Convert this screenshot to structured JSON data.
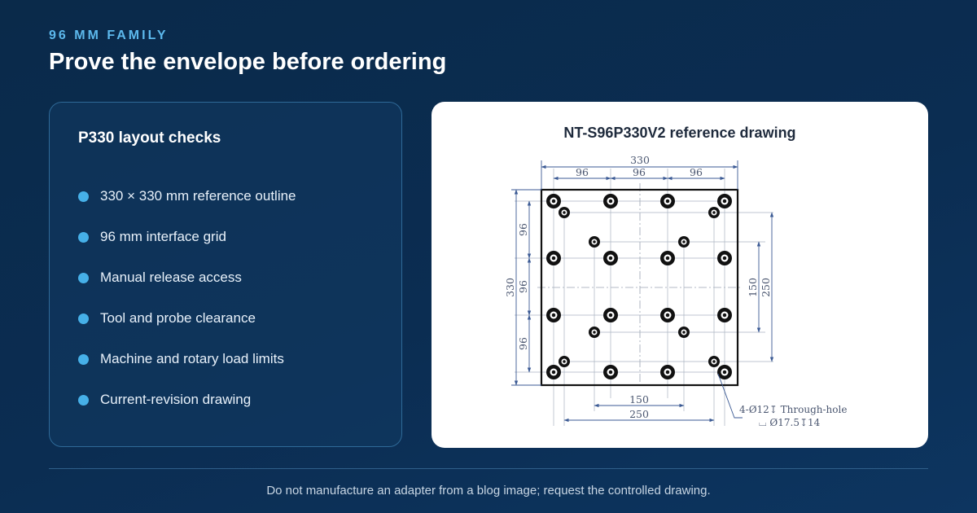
{
  "header": {
    "eyebrow": "96 MM FAMILY",
    "title": "Prove the envelope before ordering"
  },
  "checks_card": {
    "title": "P330 layout checks",
    "items": [
      "330 × 330 mm reference outline",
      "96 mm interface grid",
      "Manual release access",
      "Tool and probe clearance",
      "Machine and rotary load limits",
      "Current-revision drawing"
    ]
  },
  "drawing": {
    "title": "NT-S96P330V2 reference drawing",
    "top_overall": "330",
    "top_pitch_1": "96",
    "top_pitch_2": "96",
    "top_pitch_3": "96",
    "left_overall": "330",
    "left_pitch_1": "96",
    "left_pitch_2": "96",
    "left_pitch_3": "96",
    "right_inner": "150",
    "right_outer": "250",
    "bottom_inner": "150",
    "bottom_outer": "250",
    "note_line_1": "4-Ø12↧ Through-hole",
    "note_line_2": "⌴ Ø17.5↧14"
  },
  "footer": {
    "text": "Do not manufacture an adapter from a blog image; request the controlled drawing."
  },
  "colors": {
    "accent": "#5cb8ec",
    "bullet": "#46b0e8",
    "dimension": "#3b5a94"
  }
}
